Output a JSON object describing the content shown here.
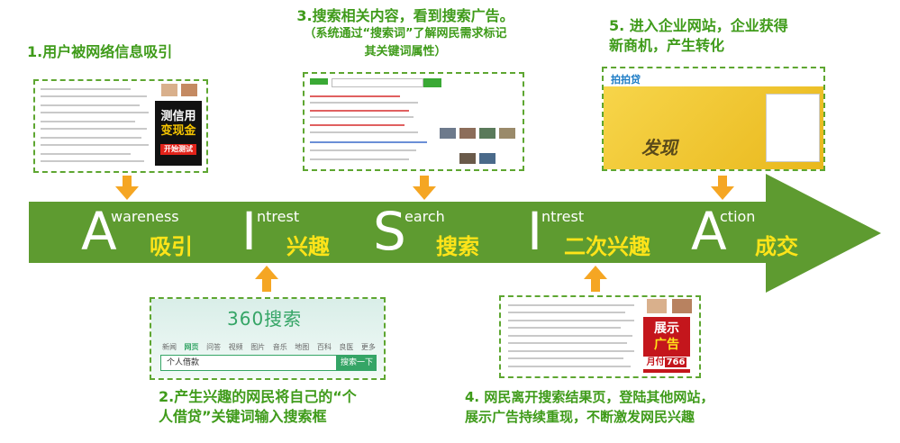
{
  "captions": {
    "step1": "1.用户被网络信息吸引",
    "step2_line1": "2.产生兴趣的网民将自己的“个",
    "step2_line2": "人借贷”关键词输入搜索框",
    "step3_line1": "3.搜索相关内容，看到搜索广告。",
    "step3_line2": "（系统通过“搜索词”了解网民需求标记",
    "step3_line3": "其关键词属性）",
    "step4_line1": "4. 网民离开搜索结果页，登陆其他网站，",
    "step4_line2": "展示广告持续重现，不断激发网民兴趣",
    "step5_line1": "5. 进入企业网站，企业获得",
    "step5_line2": "新商机，产生转化"
  },
  "stages": [
    {
      "letter": "A",
      "rest": "wareness",
      "cn": "吸引"
    },
    {
      "letter": "I",
      "rest": "ntrest",
      "cn": "兴趣"
    },
    {
      "letter": "S",
      "rest": "earch",
      "cn": "搜索"
    },
    {
      "letter": "I",
      "rest": "ntrest",
      "cn": "二次兴趣"
    },
    {
      "letter": "A",
      "rest": "ction",
      "cn": "成交"
    }
  ],
  "ad1": {
    "line1": "测信用",
    "line2": "变现金",
    "sub": "开始测试"
  },
  "search_mock": {
    "logo": "360搜索",
    "tabs": [
      "新闻",
      "网页",
      "问答",
      "视频",
      "图片",
      "音乐",
      "地图",
      "百科",
      "良医",
      "更多"
    ],
    "input_value": "个人借款",
    "button": "搜索一下"
  },
  "ad4": {
    "line1": "展示",
    "line2": "广告",
    "price_prefix": "月付",
    "price": "766"
  },
  "site_mock": {
    "brand": "拍拍贷",
    "slogan": "发现"
  },
  "colors": {
    "green": "#5ea631",
    "arrow": "#5e9b30",
    "orange": "#f5a623",
    "yellow": "#ffe419",
    "caption": "#3f9b1a"
  }
}
